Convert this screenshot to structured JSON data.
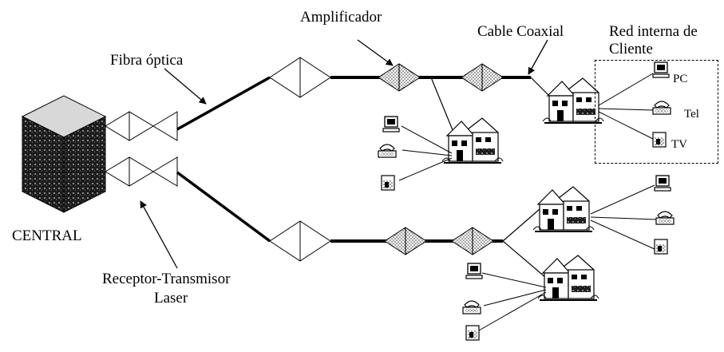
{
  "labels": {
    "amplificador": "Amplificador",
    "cable_coaxial": "Cable Coaxial",
    "red_interna": "Red interna de",
    "cliente": "Cliente",
    "fibra_optica": "Fibra óptica",
    "central": "CENTRAL",
    "receptor": "Receptor-Transmisor",
    "laser": "Laser",
    "pc": "PC",
    "tel": "Tel",
    "tv": "TV"
  }
}
